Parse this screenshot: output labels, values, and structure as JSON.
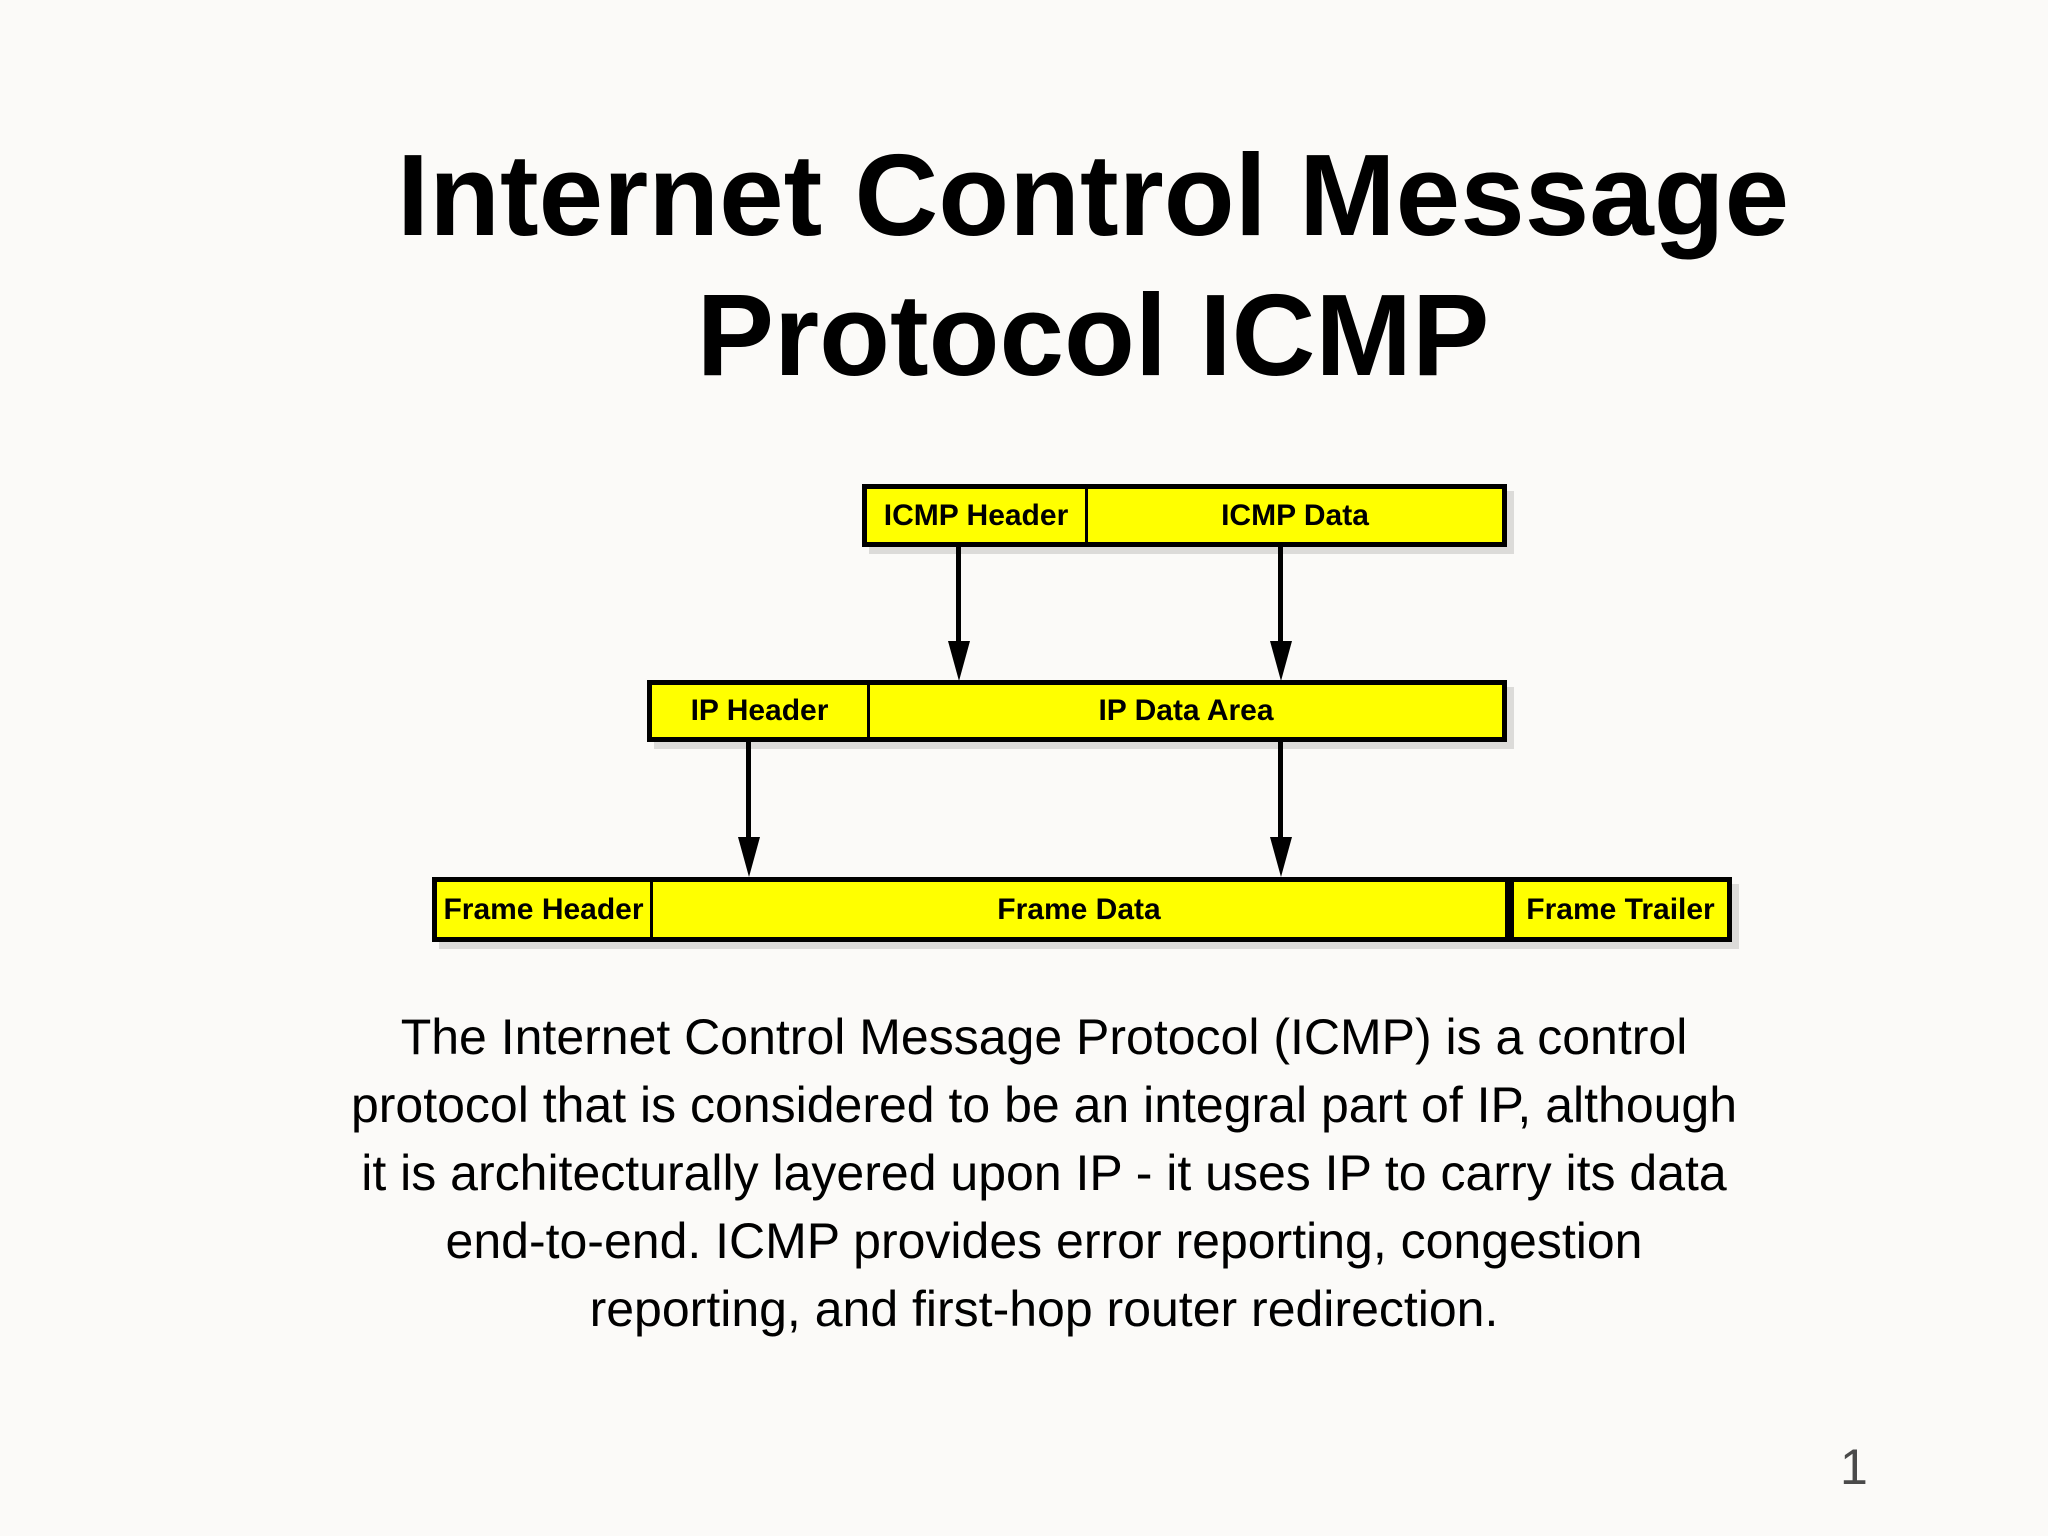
{
  "slide": {
    "title": {
      "line1": "Internet Control Message",
      "line2": "Protocol ICMP"
    },
    "body_lines": [
      "The Internet Control Message Protocol (ICMP) is a control",
      "protocol that is considered to be an integral part of IP, although",
      "it is architecturally layered upon IP - it uses IP to carry its data",
      "end-to-end. ICMP provides error reporting, congestion",
      "reporting, and first-hop router redirection."
    ],
    "page_number": "1"
  },
  "diagram": {
    "icmp_row": {
      "header": "ICMP Header",
      "data": "ICMP Data"
    },
    "ip_row": {
      "header": "IP Header",
      "data": "IP Data Area"
    },
    "frame_row": {
      "header": "Frame Header",
      "data": "Frame Data",
      "trailer": "Frame Trailer"
    },
    "arrows": [
      {
        "from": "ICMP Header",
        "to": "IP Data Area"
      },
      {
        "from": "ICMP Data",
        "to": "IP Data Area"
      },
      {
        "from": "IP Header",
        "to": "Frame Data"
      },
      {
        "from": "IP Data Area",
        "to": "Frame Data"
      }
    ],
    "colors": {
      "box_fill": "#ffff00",
      "box_border": "#000000"
    }
  }
}
